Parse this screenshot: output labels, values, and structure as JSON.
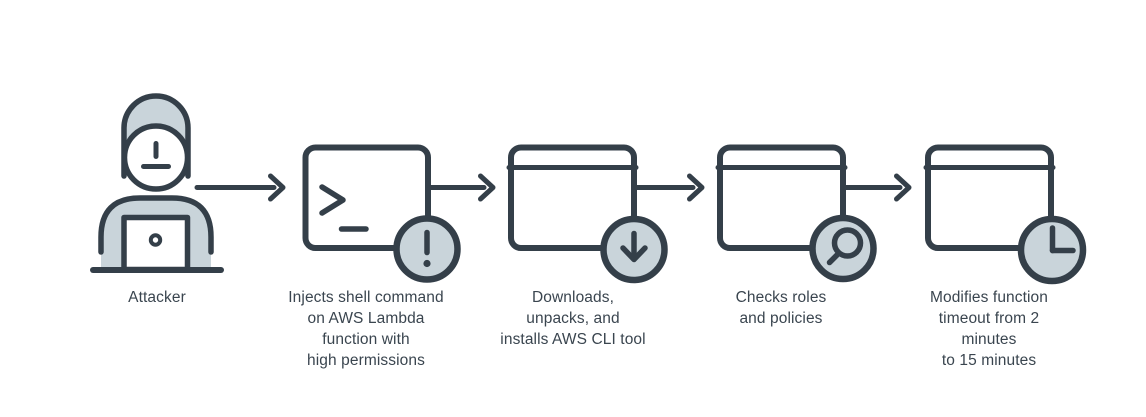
{
  "diagram": {
    "colors": {
      "outline": "#343f49",
      "accent_fill": "#c9d4da",
      "text": "#3a454f",
      "background": "#ffffff"
    },
    "nodes": [
      {
        "id": "attacker",
        "icon": "attacker-hoodie-laptop-icon",
        "label": "Attacker"
      },
      {
        "id": "inject-shell-command",
        "icon": "terminal-window-icon",
        "badge_icon": "exclamation-badge-icon",
        "label": "Injects shell command\non AWS Lambda\nfunction with\nhigh permissions"
      },
      {
        "id": "download-cli",
        "icon": "browser-window-icon",
        "badge_icon": "download-arrow-badge-icon",
        "label": "Downloads,\nunpacks, and\ninstalls AWS CLI tool"
      },
      {
        "id": "check-roles",
        "icon": "browser-window-icon",
        "badge_icon": "magnifier-badge-icon",
        "label": "Checks roles\nand policies"
      },
      {
        "id": "modify-timeout",
        "icon": "browser-window-icon",
        "badge_icon": "clock-badge-icon",
        "label": "Modifies function\ntimeout from 2 minutes\nto 15 minutes"
      }
    ],
    "connectors": [
      {
        "id": "arrow-1",
        "from": "attacker",
        "to": "inject-shell-command"
      },
      {
        "id": "arrow-2",
        "from": "inject-shell-command",
        "to": "download-cli"
      },
      {
        "id": "arrow-3",
        "from": "download-cli",
        "to": "check-roles"
      },
      {
        "id": "arrow-4",
        "from": "check-roles",
        "to": "modify-timeout"
      }
    ]
  }
}
